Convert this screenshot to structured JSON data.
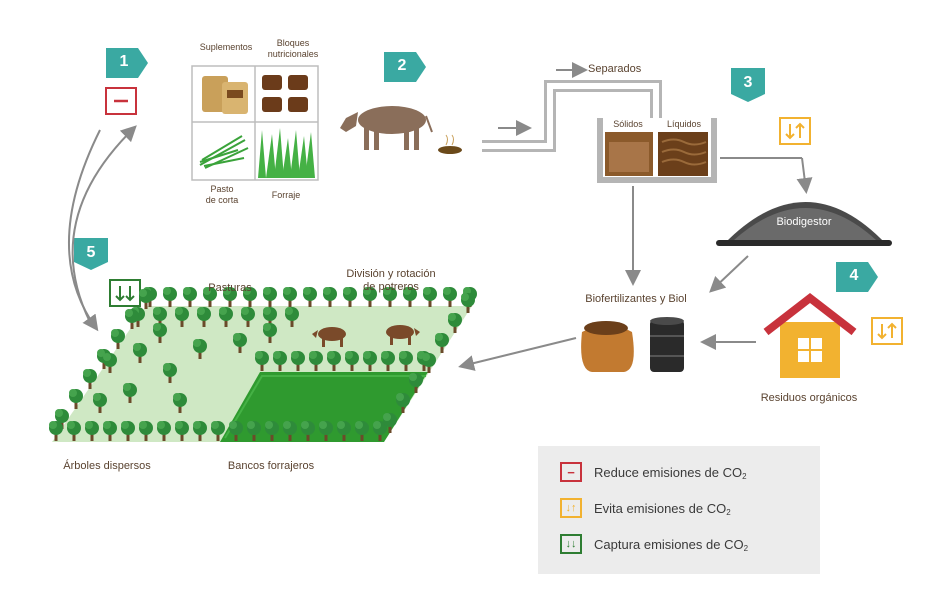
{
  "colors": {
    "teal": "#3aa9a2",
    "reduce": "#c8323c",
    "avoid": "#f2b230",
    "capture": "#2e7d32",
    "arrow": "#8a8a8a",
    "pipe": "#b5b5b5",
    "ground": "#cfe8c4",
    "grass": "#2f9a2f",
    "trees": "#2e8b3a",
    "house": "#f2b230",
    "roof": "#c8323c"
  },
  "steps": [
    {
      "number": "1",
      "icon": "reduce-icon"
    },
    {
      "number": "2"
    },
    {
      "number": "3",
      "icon": "avoid-icon"
    },
    {
      "number": "4",
      "icon": "avoid-icon"
    },
    {
      "number": "5",
      "icon": "capture-icon"
    }
  ],
  "feed": {
    "suplementos": "Suplementos",
    "bloques": "Bloques\nnutricionales",
    "pasto": "Pasto\nde corta",
    "forraje": "Forraje"
  },
  "separation": {
    "separados": "Separados",
    "solidos": "Sólidos",
    "liquidos": "Líquidos"
  },
  "biodigestor": "Biodigestor",
  "biofertilizantes": "Biofertilizantes y Biol",
  "residuos": "Residuos orgánicos",
  "field": {
    "pasturas": "Pasturas",
    "division": "División y rotación\nde potreros",
    "arboles": "Árboles dispersos",
    "bancos": "Bancos forrajeros"
  },
  "legend": {
    "reduce": {
      "symbol": "−",
      "text": "Reduce emisiones de CO",
      "sub": "2"
    },
    "avoid": {
      "symbol": "↓↑",
      "text": "Evita emisiones de CO",
      "sub": "2"
    },
    "capture": {
      "symbol": "↓↓",
      "text": "Captura emisiones de CO",
      "sub": "2"
    }
  }
}
